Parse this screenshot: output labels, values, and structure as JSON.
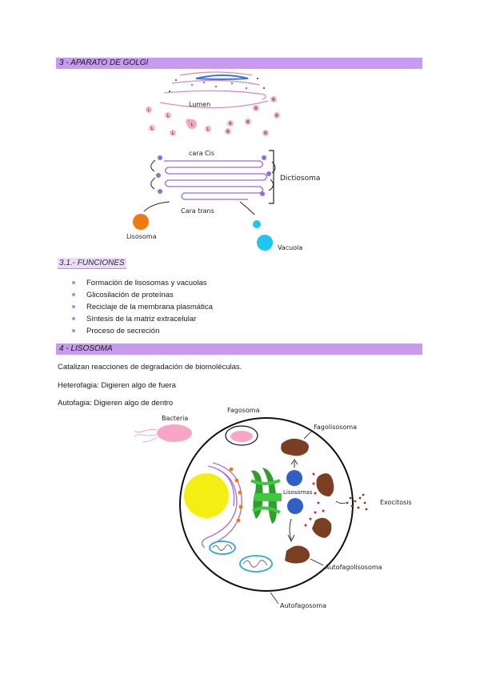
{
  "section3": {
    "heading": "3 - APARATO DE GOLGI"
  },
  "golgi_figure": {
    "lumen": "Lumen",
    "cara_cis": "cara Cis",
    "cara_trans": "Cara trans",
    "dictiosoma": "Dictiosoma",
    "lisosoma": "Lisosoma",
    "vacuola": "Vacuola",
    "enzyme_L": "L",
    "enzyme_R": "R"
  },
  "section31": {
    "heading": "3.1.- FUNCIONES",
    "items": [
      "Formación de lisosomas y vacuolas",
      "Glicosilación de proteínas",
      "Reciclaje de la membrana plasmática",
      "Síntesis de la matriz extracelular",
      "Proceso de secreción"
    ]
  },
  "section4": {
    "heading": "4 - LISOSOMA",
    "p1": "Catalizan reacciones de degradación de biomoléculas.",
    "p2": "Heterofagia: Digieren algo de fuera",
    "p3": "Autofagia: Digieren algo de dentro"
  },
  "cell_figure": {
    "bacteria": "Bacteria",
    "fagosoma": "Fagosoma",
    "fagolisosoma": "Fagolisosoma",
    "lisosomas": "Lisosomas",
    "exocitosis": "Exocitosis",
    "autofagolisosoma": "Autofagolisosoma",
    "autofagosoma": "Autofagosoma"
  },
  "colors": {
    "purple_bar": "#c89af0",
    "golgi_pink": "#d98fb8",
    "lisosoma_orange": "#f07a12",
    "vacuola_cyan": "#1fc6f0",
    "nucleus_yellow": "#f5ee12",
    "green": "#36b83a",
    "blue": "#2f5fc7",
    "brown": "#7a3e22"
  }
}
